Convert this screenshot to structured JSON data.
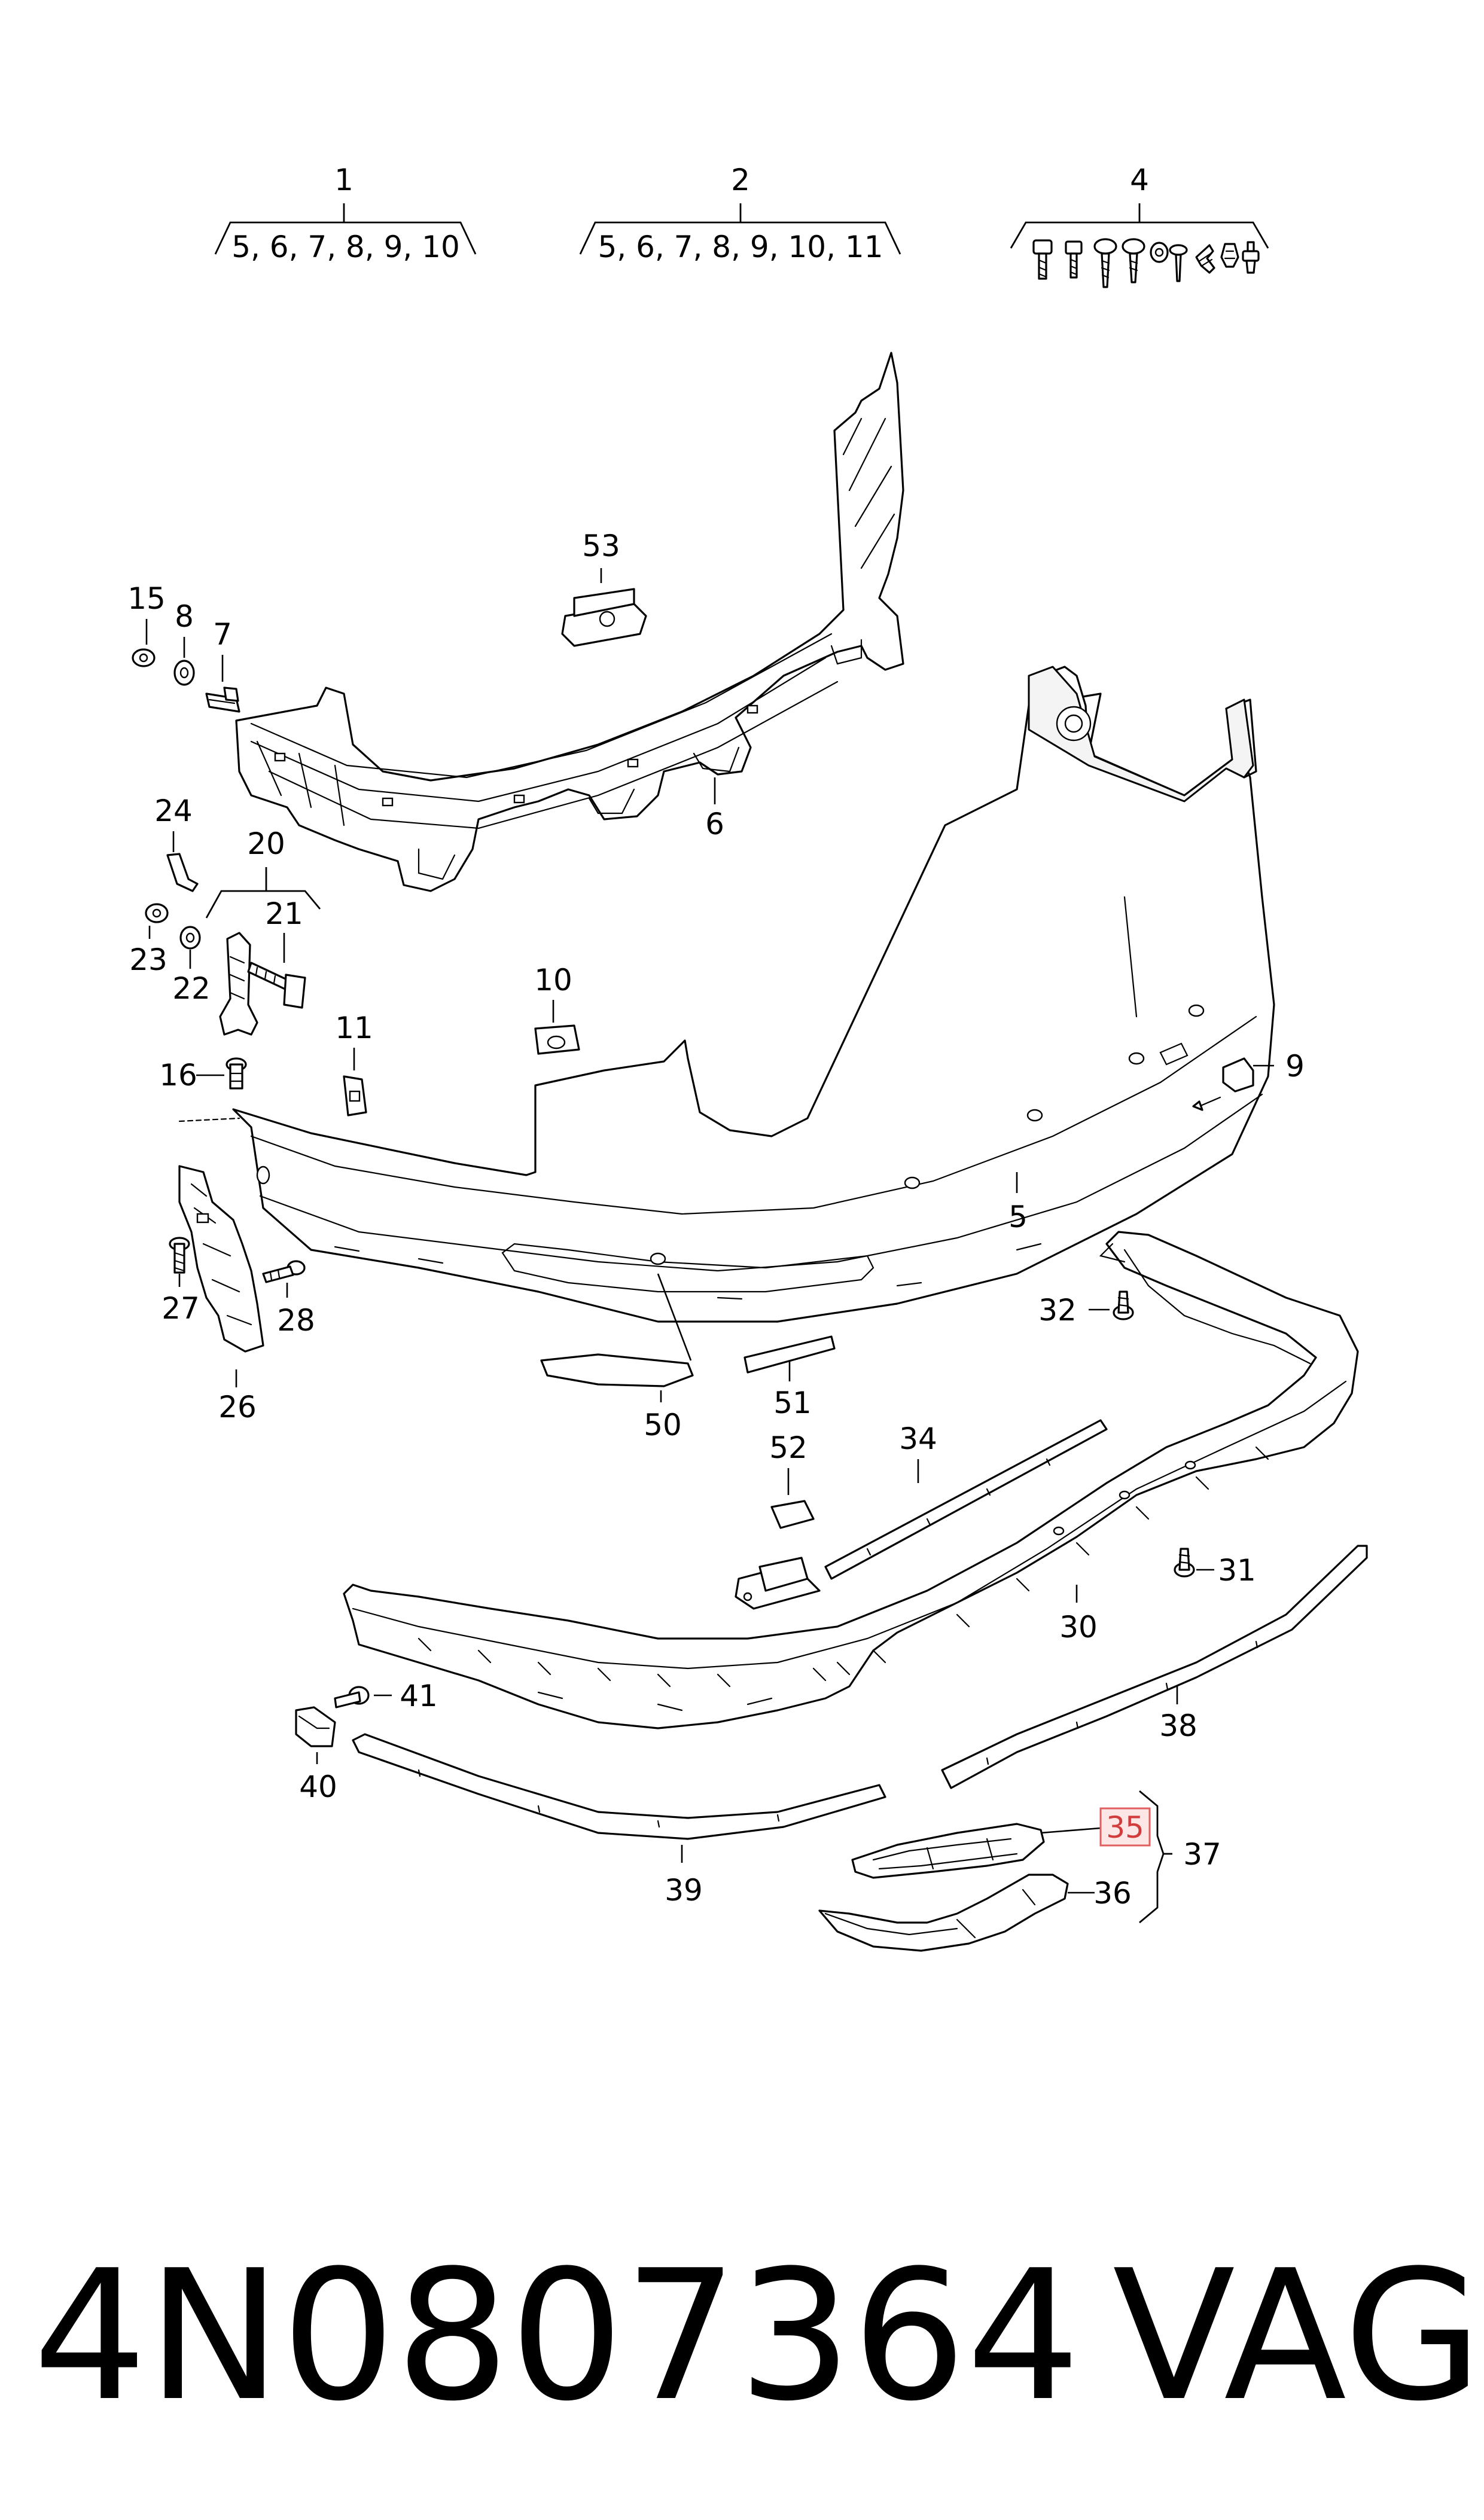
{
  "groups": {
    "g1": {
      "number": "1",
      "list": "5, 6, 7, 8, 9, 10"
    },
    "g2": {
      "number": "2",
      "list": "5, 6, 7, 8, 9, 10, 11"
    },
    "g4": {
      "number": "4",
      "list": ""
    },
    "g20": {
      "number": "20"
    },
    "g37": {
      "number": "37"
    }
  },
  "callouts": {
    "c5": "5",
    "c6": "6",
    "c7": "7",
    "c8": "8",
    "c9": "9",
    "c10": "10",
    "c11": "11",
    "c15": "15",
    "c16": "16",
    "c21": "21",
    "c22": "22",
    "c23": "23",
    "c24": "24",
    "c26": "26",
    "c27": "27",
    "c28": "28",
    "c30": "30",
    "c31": "31",
    "c32": "32",
    "c34": "34",
    "c35": "35",
    "c36": "36",
    "c38": "38",
    "c39": "39",
    "c40": "40",
    "c41": "41",
    "c50": "50",
    "c51": "51",
    "c52": "52",
    "c53": "53"
  },
  "highlight": {
    "part": "35",
    "color": "#d23c3c",
    "fill": "#fde6e6"
  },
  "footer": {
    "part_number": "4N0807364",
    "brand": "VAG"
  },
  "icons": [
    "bolt-icon",
    "screw-icon",
    "nut-icon",
    "clip-icon",
    "expansion-rivet-icon"
  ]
}
